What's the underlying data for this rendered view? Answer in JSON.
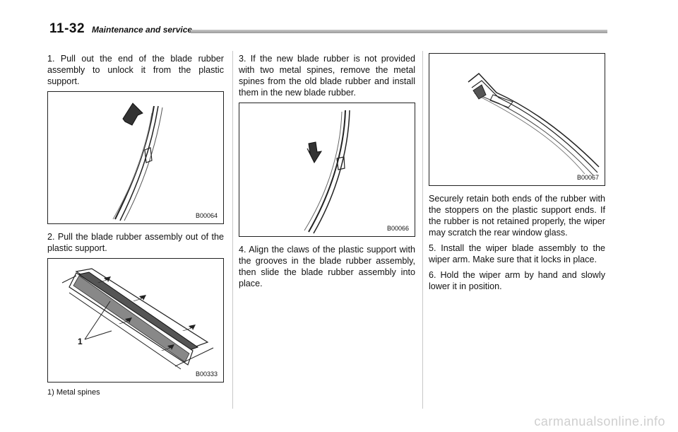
{
  "header": {
    "page_number": "11-32",
    "section": "Maintenance and service"
  },
  "column1": {
    "step1": "1.  Pull out the end of the blade rubber assembly to unlock it from the plastic support.",
    "fig1_code": "B00064",
    "step2": "2.  Pull the blade rubber assembly out of the plastic support.",
    "fig2_code": "B00333",
    "fig2_callout": "1",
    "fig2_caption": "1)    Metal spines"
  },
  "column2": {
    "step3": "3.  If the new blade rubber is not provided with two metal spines, remove the metal spines from the old blade rubber and install them in the new blade rubber.",
    "fig3_code": "B00066",
    "step4": "4.  Align the claws of the plastic support with the grooves in the blade rubber assembly, then slide the blade rubber assembly into place."
  },
  "column3": {
    "fig4_code": "B00067",
    "note": "Securely retain both ends of the rubber with the stoppers on the plastic support ends. If the rubber is not retained properly, the wiper may scratch the rear window glass.",
    "step5": "5.  Install the wiper blade assembly to the wiper arm. Make sure that it locks in place.",
    "step6": "6.  Hold the wiper arm by hand and slowly lower it in position."
  },
  "watermark": "carmanualsonline.info"
}
